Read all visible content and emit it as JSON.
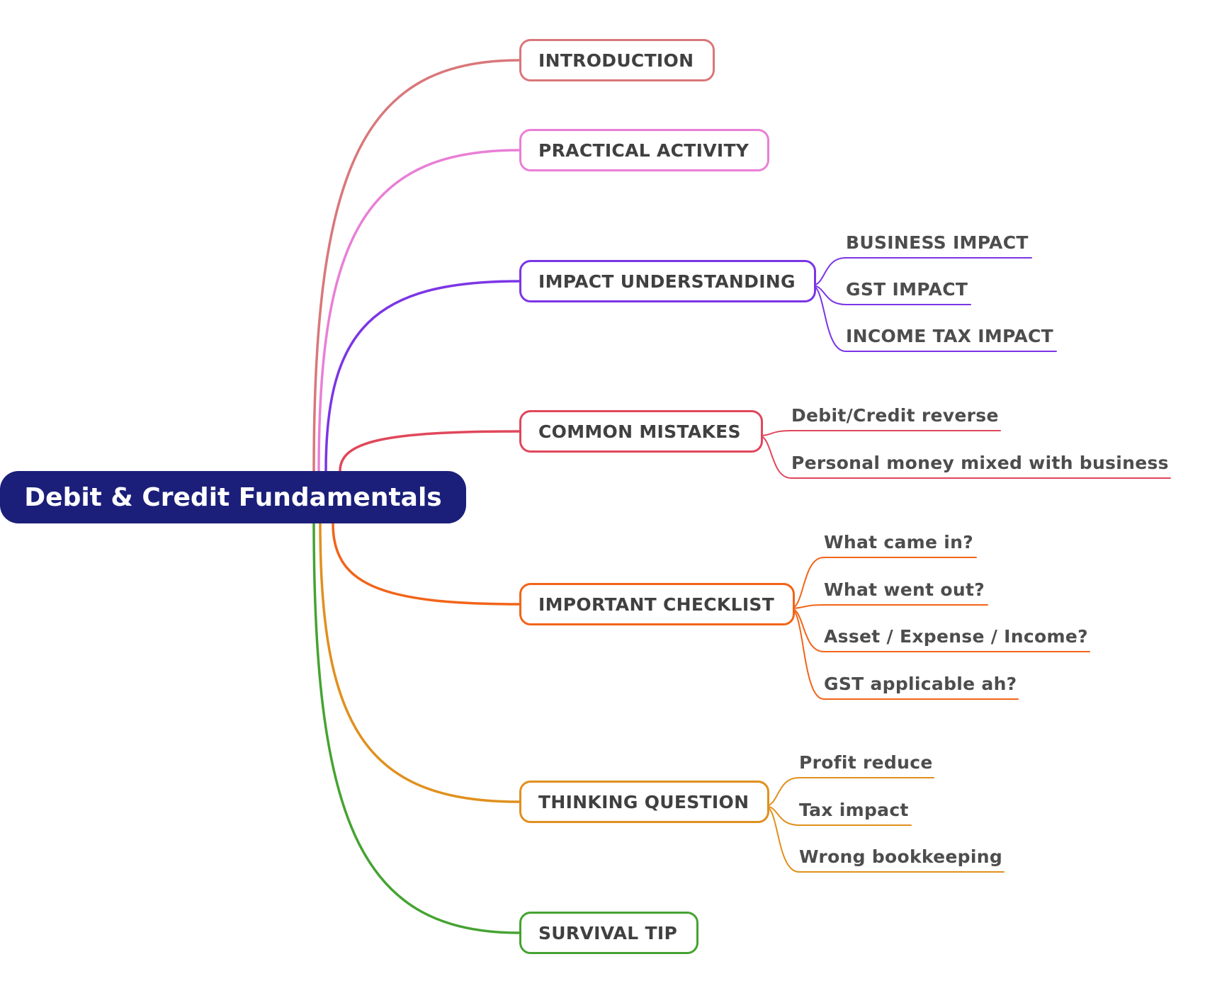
{
  "diagram": {
    "root": {
      "label": "Debit & Credit Fundamentals",
      "color": "#1b1f7a"
    },
    "branches": [
      {
        "id": "introduction",
        "label": "INTRODUCTION",
        "color": "#d9777a",
        "children": []
      },
      {
        "id": "practical-activity",
        "label": "PRACTICAL ACTIVITY",
        "color": "#e97fd6",
        "children": []
      },
      {
        "id": "impact-understanding",
        "label": "IMPACT UNDERSTANDING",
        "color": "#7b35e6",
        "children": [
          "BUSINESS IMPACT",
          "GST IMPACT",
          "INCOME TAX IMPACT"
        ]
      },
      {
        "id": "common-mistakes",
        "label": "COMMON MISTAKES",
        "color": "#e0475b",
        "children": [
          "Debit/Credit reverse",
          "Personal money mixed with business"
        ]
      },
      {
        "id": "important-checklist",
        "label": "IMPORTANT CHECKLIST",
        "color": "#f26418",
        "children": [
          "What came in?",
          "What went out?",
          "Asset / Expense / Income?",
          "GST applicable ah?"
        ]
      },
      {
        "id": "thinking-question",
        "label": "THINKING QUESTION",
        "color": "#e0901e",
        "children": [
          "Profit reduce",
          "Tax impact",
          "Wrong bookkeeping"
        ]
      },
      {
        "id": "survival-tip",
        "label": "SURVIVAL TIP",
        "color": "#45a331",
        "children": []
      }
    ]
  }
}
